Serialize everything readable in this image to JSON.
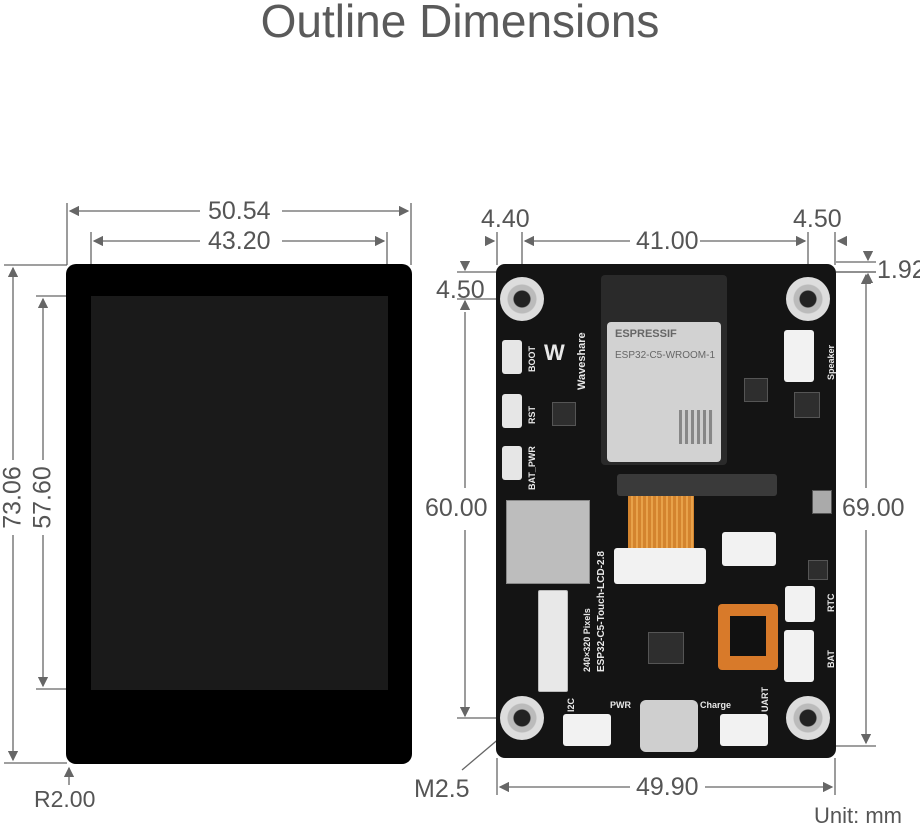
{
  "title": "Outline Dimensions",
  "front_view": {
    "width_outer": "50.54",
    "width_inner": "43.20",
    "height_outer": "73.06",
    "height_inner": "57.60",
    "corner_radius": "R2.00"
  },
  "back_view": {
    "hole_offset_left": "4.40",
    "hole_spacing": "41.00",
    "hole_offset_right": "4.50",
    "top_edge_offset": "1.92",
    "hole_offset_top": "4.50",
    "hole_vertical_spacing": "60.00",
    "board_height": "69.00",
    "board_width": "49.90",
    "mount_hole": "M2.5",
    "module_brand": "ESPRESSIF",
    "module_name": "ESP32-C5-WROOM-1",
    "board_name": "ESP32-C5-Touch-LCD-2.8",
    "resolution": "240×320 Pixels",
    "logo_text": "Waveshare",
    "label_boot": "BOOT",
    "label_rst": "RST",
    "label_bat_pwr": "BAT_PWR",
    "label_speaker": "Speaker",
    "label_rtc": "RTC",
    "label_bat": "BAT",
    "label_charge": "Charge",
    "label_pwr": "PWR",
    "label_uart": "UART",
    "label_i2c": "I2C"
  },
  "unit_label": "Unit: mm"
}
